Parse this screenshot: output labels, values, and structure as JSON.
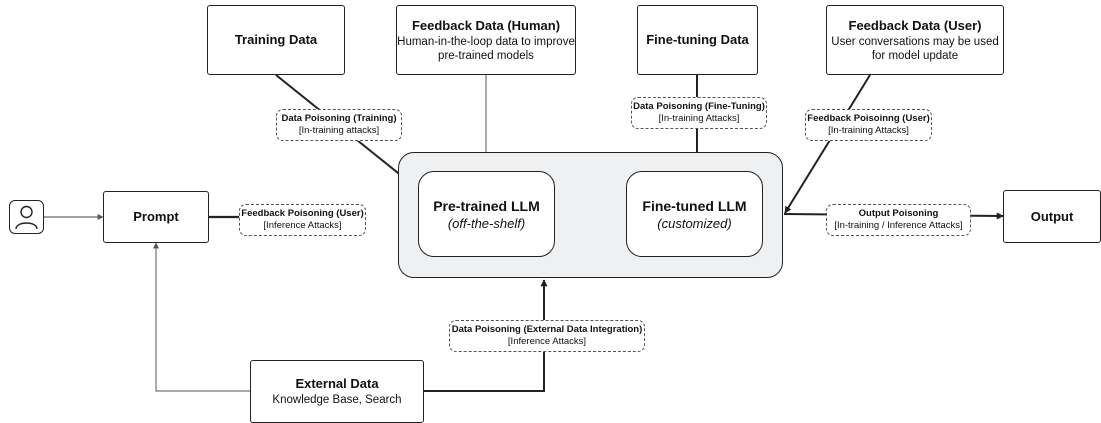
{
  "nodes": {
    "training_data": {
      "title": "Training Data",
      "sub": ""
    },
    "feedback_human": {
      "title": "Feedback Data (Human)",
      "sub": "Human-in-the-loop data to improve pre-trained models"
    },
    "finetuning_data": {
      "title": "Fine-tuning Data",
      "sub": ""
    },
    "feedback_user": {
      "title": "Feedback Data (User)",
      "sub": "User conversations may be used for model update"
    },
    "prompt": {
      "title": "Prompt"
    },
    "output": {
      "title": "Output"
    },
    "external_data": {
      "title": "External Data",
      "sub": "Knowledge Base, Search"
    },
    "pretrained_llm": {
      "title": "Pre-trained LLM",
      "sub": "(off-the-shelf)"
    },
    "finetuned_llm": {
      "title": "Fine-tuned LLM",
      "sub": "(customized)"
    }
  },
  "attacks": {
    "data_poisoning_training": {
      "title": "Data Poisoning  (Training)",
      "sub": "[In-training attacks]"
    },
    "data_poisoning_finetuning": {
      "title": "Data Poisoning (Fine-Tuning)",
      "sub": "[In-training Attacks]"
    },
    "feedback_poisoning_user_top": {
      "title": "Feedback Poisoinng (User)",
      "sub": "[In-training Attacks]"
    },
    "feedback_poisoning_user_prompt": {
      "title": "Feedback Poisoning (User)",
      "sub": "[Inference Attacks]"
    },
    "output_poisoning": {
      "title": "Output Poisoning",
      "sub": "[In-training / Inference Attacks]"
    },
    "data_poisoning_external": {
      "title": "Data Poisoning (External Data Integration)",
      "sub": "[Inference Attacks]"
    }
  },
  "icons": {
    "user": "user-avatar-icon"
  },
  "colors": {
    "container_fill": "#eef0f2",
    "line": "#222222",
    "thin_line": "#555555"
  }
}
